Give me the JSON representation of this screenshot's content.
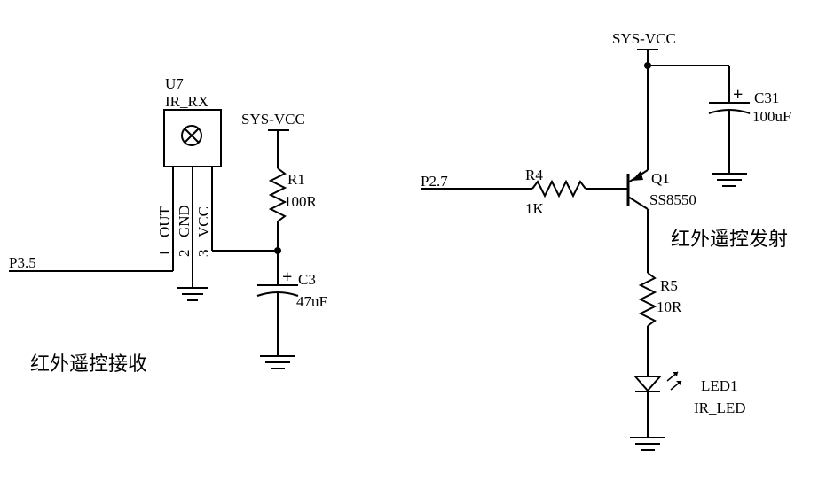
{
  "receiver": {
    "ref": "U7",
    "value": "IR_RX",
    "pins": [
      {
        "num": "1",
        "name": "OUT"
      },
      {
        "num": "2",
        "name": "GND"
      },
      {
        "num": "3",
        "name": "VCC"
      }
    ],
    "port": "P3.5",
    "supply": "SYS-VCC",
    "r_ref": "R1",
    "r_val": "100R",
    "c_ref": "C3",
    "c_val": "47uF",
    "caption": "红外遥控接收"
  },
  "transmitter": {
    "supply": "SYS-VCC",
    "port": "P2.7",
    "rb_ref": "R4",
    "rb_val": "1K",
    "q_ref": "Q1",
    "q_val": "SS8550",
    "c_ref": "C31",
    "c_val": "100uF",
    "r_ref": "R5",
    "r_val": "10R",
    "led_ref": "LED1",
    "led_val": "IR_LED",
    "caption": "红外遥控发射"
  },
  "polarity_mark": "+"
}
